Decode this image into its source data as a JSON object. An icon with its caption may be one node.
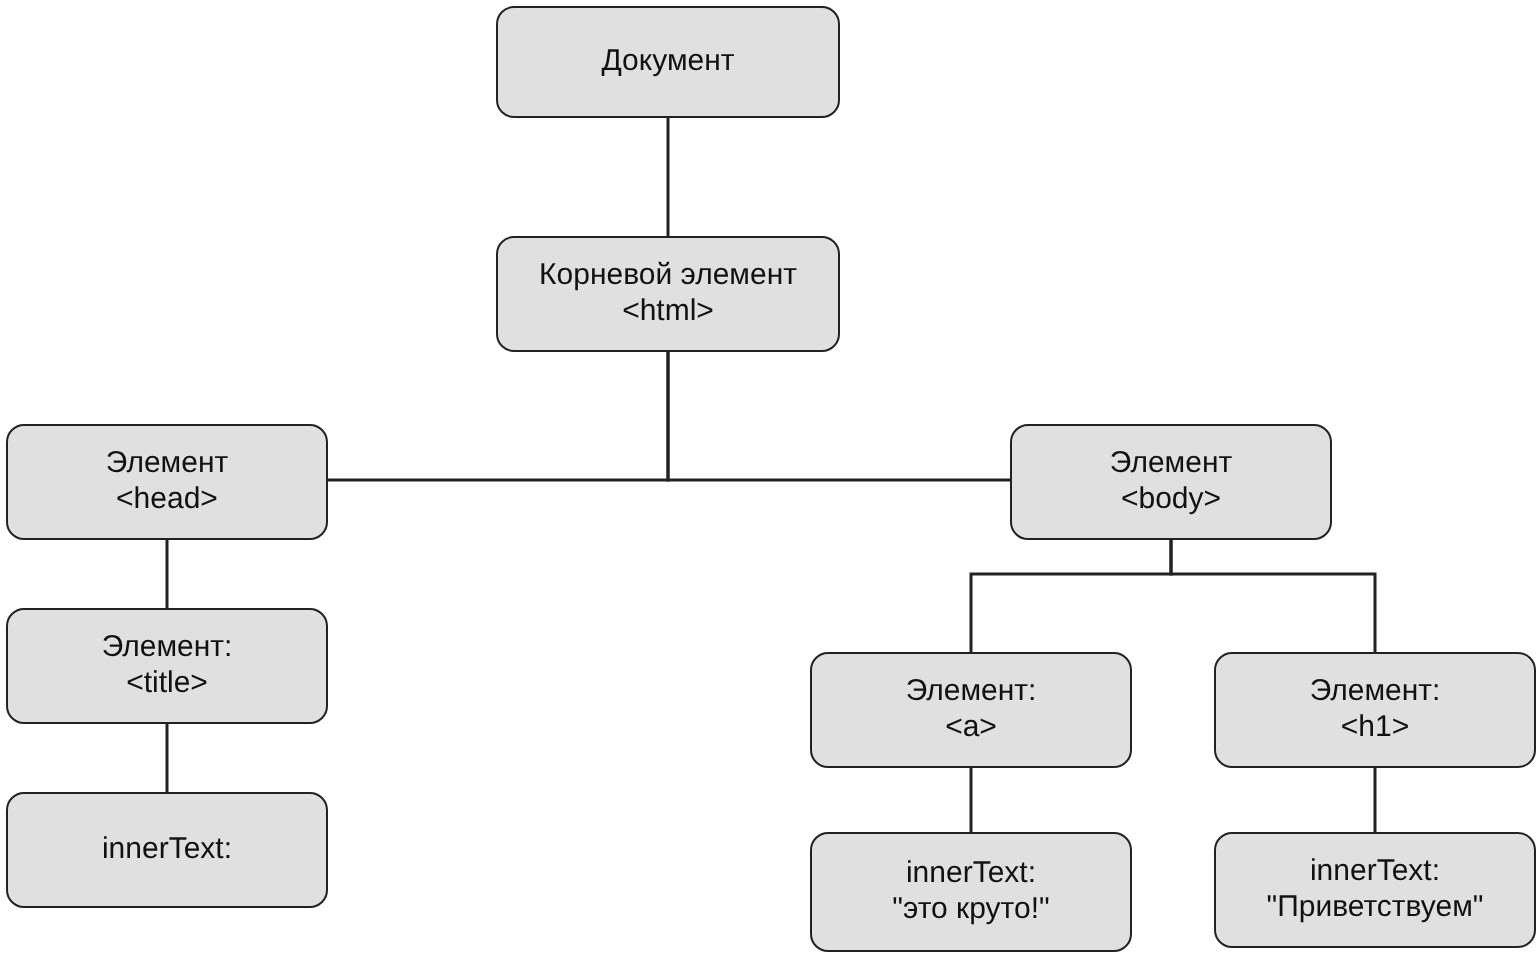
{
  "diagram": {
    "nodes": [
      {
        "text": [
          "Документ"
        ]
      },
      {
        "text": [
          "Корневой элемент",
          "<html>"
        ]
      },
      {
        "text": [
          "Элемент",
          "<head>"
        ]
      },
      {
        "text": [
          "Элемент",
          "<body>"
        ]
      },
      {
        "text": [
          "Элемент:",
          "<title>"
        ]
      },
      {
        "text": [
          "innerText:"
        ]
      },
      {
        "text": [
          "Элемент:",
          "<a>"
        ]
      },
      {
        "text": [
          "Элемент:",
          "<h1>"
        ]
      },
      {
        "text": [
          "innerText:",
          "\"это круто!\""
        ]
      },
      {
        "text": [
          "innerText:",
          "\"Приветствуем\""
        ]
      }
    ],
    "edges": [
      {
        "from": 0,
        "to": 1,
        "arrow": "none"
      },
      {
        "from": 1,
        "to": 2,
        "arrow": "none"
      },
      {
        "from": 1,
        "to": 3,
        "arrow": "none"
      },
      {
        "from": 2,
        "to": 4,
        "arrow": "none"
      },
      {
        "from": 4,
        "to": 5,
        "arrow": "none"
      },
      {
        "from": 3,
        "to": 6,
        "arrow": "none"
      },
      {
        "from": 3,
        "to": 7,
        "arrow": "none"
      },
      {
        "from": 6,
        "to": 8,
        "arrow": "none"
      },
      {
        "from": 7,
        "to": 9,
        "arrow": "none"
      }
    ]
  }
}
